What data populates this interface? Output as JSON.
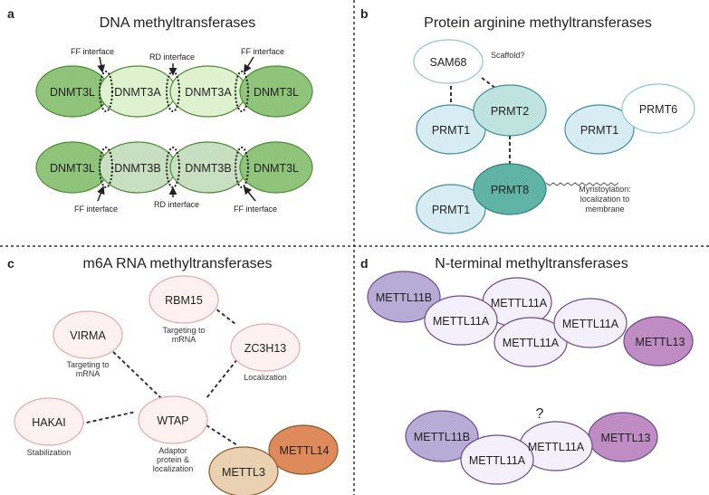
{
  "colors": {
    "dnmt3l": "#8fc47a",
    "dnmt3a": "#dff2cf",
    "dnmt3b": "#c9dfc2",
    "dna_stroke": "#4d8a33",
    "prmt_light": "#d7ecf3",
    "prmt_mid": "#bfe4df",
    "prmt8": "#5fb4a6",
    "prmt_stroke": "#3f8d9c",
    "pink_fill": "#fdf1f1",
    "pink_stroke": "#e6a9a9",
    "mettl3": "#e9d1b2",
    "mettl14": "#df8a5a",
    "mettl_stroke": "#8a5a2a",
    "mettl11b": "#b6acd6",
    "mettl11a": "#f3effb",
    "mettl13": "#bf8cc4",
    "purple_stroke": "#6b4a8e"
  },
  "panels": {
    "a": {
      "letter": "a",
      "title": "DNA methyltransferases",
      "row1": [
        "DNMT3L",
        "DNMT3A",
        "DNMT3A",
        "DNMT3L"
      ],
      "row2": [
        "DNMT3L",
        "DNMT3B",
        "DNMT3B",
        "DNMT3L"
      ],
      "annotations_top": [
        "FF interface",
        "RD interface",
        "FF interface"
      ],
      "annotations_bottom": [
        "FF interface",
        "RD interface",
        "FF interface"
      ]
    },
    "b": {
      "letter": "b",
      "title": "Protein arginine methyltransferases",
      "nodes": {
        "sam68": "SAM68",
        "prmt1_a": "PRMT1",
        "prmt2": "PRMT2",
        "prmt1_b": "PRMT1",
        "prmt6": "PRMT6",
        "prmt1_c": "PRMT1",
        "prmt8": "PRMT8"
      },
      "scaffold_note": "Scaffold?",
      "myristoylation_note": [
        "Myristoylation:",
        "localization to",
        "membrane"
      ]
    },
    "c": {
      "letter": "c",
      "title": "m6A RNA methyltransferases",
      "nodes": {
        "rbm15": "RBM15",
        "virma": "VIRMA",
        "zc3h13": "ZC3H13",
        "wtap": "WTAP",
        "hakai": "HAKAI",
        "mettl3": "METTL3",
        "mettl14": "METTL14"
      },
      "notes": {
        "rbm15": [
          "Targeting to",
          "mRNA"
        ],
        "virma": [
          "Targeting to",
          "mRNA"
        ],
        "zc3h13": [
          "Localization"
        ],
        "wtap": [
          "Adaptor",
          "protein &",
          "localization"
        ],
        "hakai": [
          "Stabilization"
        ]
      }
    },
    "d": {
      "letter": "d",
      "title": "N-terminal methyltransferases",
      "group1": [
        "METTL11B",
        "METTL11A",
        "METTL11A"
      ],
      "group2": [
        "METTL11A",
        "METTL11A",
        "METTL13"
      ],
      "group3": [
        "METTL11B",
        "METTL11A",
        "METTL11A",
        "METTL13"
      ],
      "question": "?"
    }
  }
}
